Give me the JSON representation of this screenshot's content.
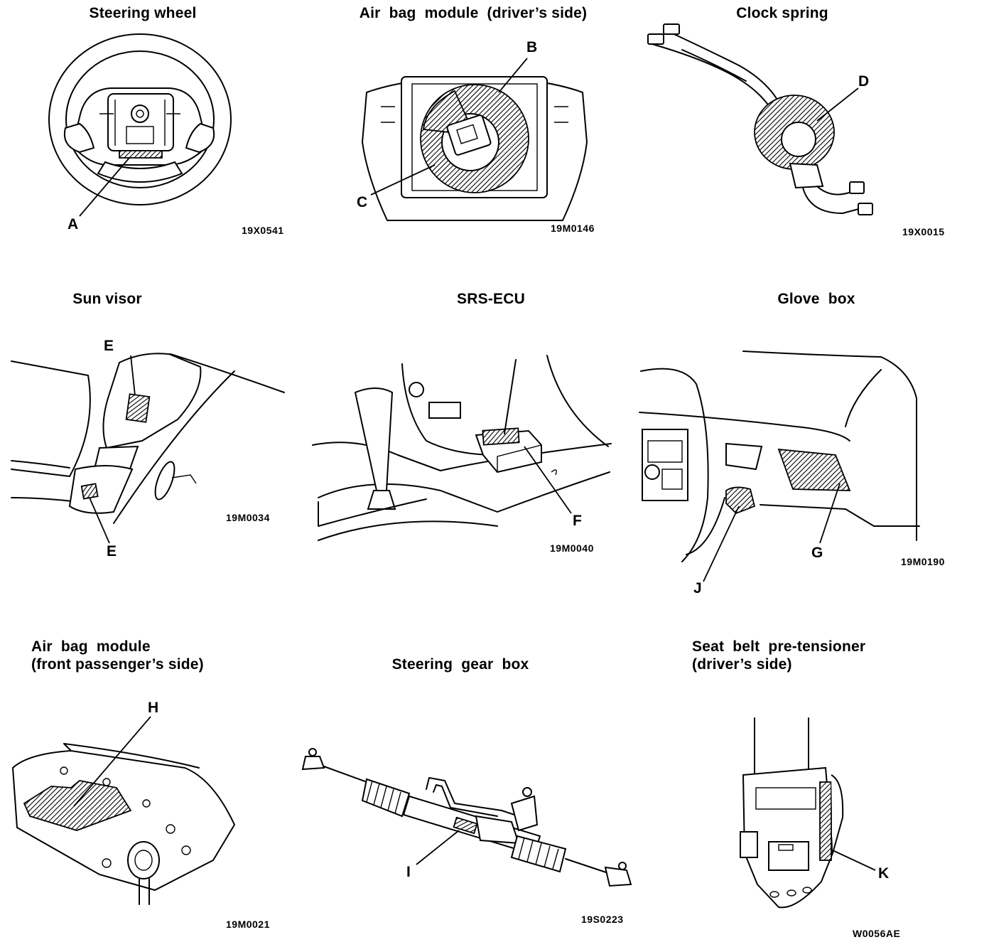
{
  "panels": [
    {
      "id": "steering-wheel",
      "title": "Steering wheel",
      "code": "19X0541",
      "callouts": [
        "A"
      ]
    },
    {
      "id": "airbag-driver",
      "title": "Air  bag  module  (driver’s side)",
      "code": "19M0146",
      "callouts": [
        "B",
        "C"
      ]
    },
    {
      "id": "clock-spring",
      "title": "Clock spring",
      "code": "19X0015",
      "callouts": [
        "D"
      ]
    },
    {
      "id": "sun-visor",
      "title": "Sun visor",
      "code": "19M0034",
      "callouts": [
        "E",
        "E"
      ]
    },
    {
      "id": "srs-ecu",
      "title": "SRS-ECU",
      "code": "19M0040",
      "callouts": [
        "F"
      ]
    },
    {
      "id": "glove-box",
      "title": "Glove  box",
      "code": "19M0190",
      "callouts": [
        "G",
        "J"
      ]
    },
    {
      "id": "airbag-passenger",
      "title": "Air  bag  module\n(front passenger’s side)",
      "code": "19M0021",
      "callouts": [
        "H"
      ]
    },
    {
      "id": "steering-gear-box",
      "title": "Steering  gear  box",
      "code": "19S0223",
      "callouts": [
        "I"
      ]
    },
    {
      "id": "seat-belt-pretensioner",
      "title": "Seat  belt  pre-tensioner\n(driver’s side)",
      "code": "W0056AE",
      "callouts": [
        "K"
      ]
    }
  ]
}
